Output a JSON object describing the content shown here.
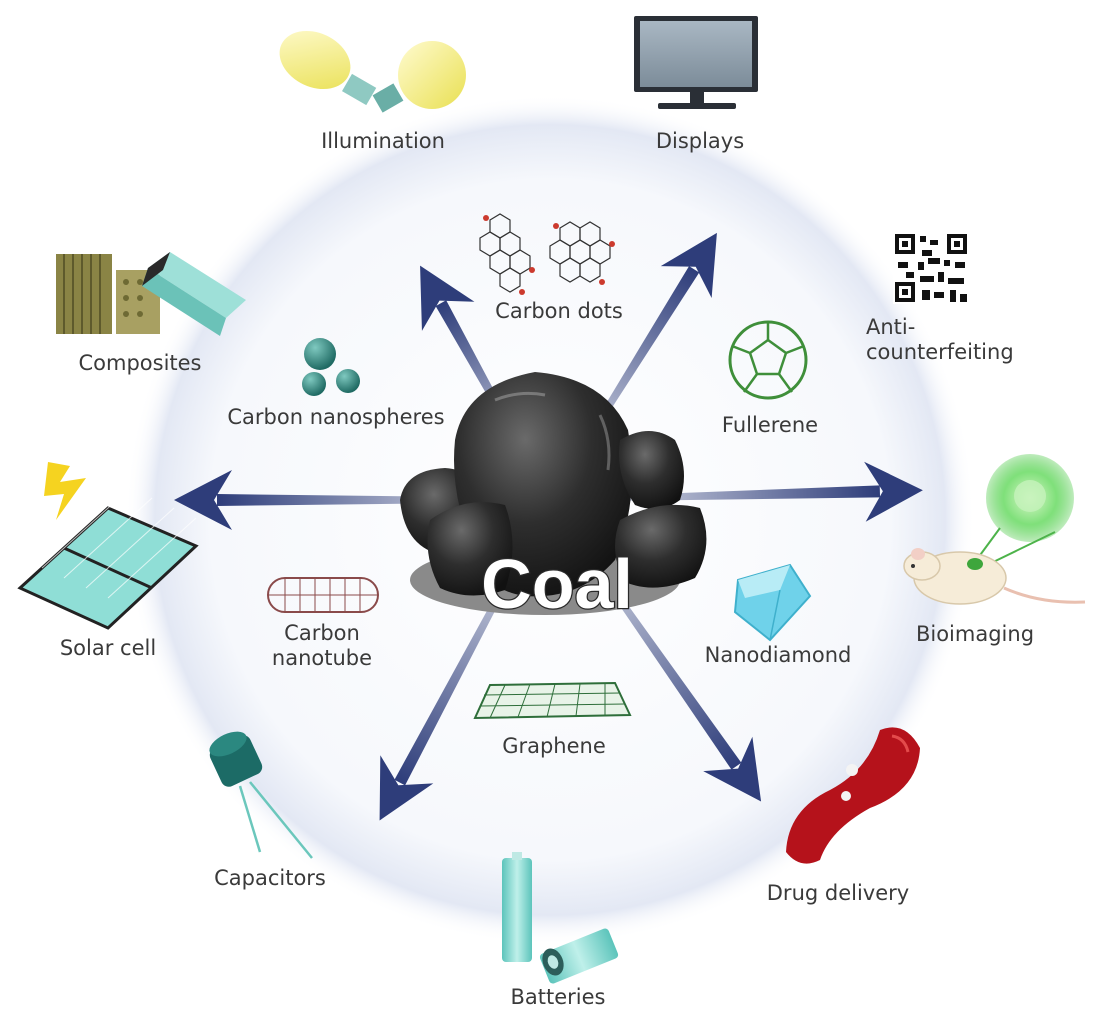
{
  "center": {
    "label": "Coal"
  },
  "nanomaterials": {
    "carbon_dots": "Carbon dots",
    "carbon_nanospheres": "Carbon nanospheres",
    "fullerene": "Fullerene",
    "carbon_nanotube_line1": "Carbon",
    "carbon_nanotube_line2": "nanotube",
    "nanodiamond": "Nanodiamond",
    "graphene": "Graphene"
  },
  "applications": {
    "illumination": "Illumination",
    "displays": "Displays",
    "anti_counterfeiting_line1": "Anti-",
    "anti_counterfeiting_line2": "counterfeiting",
    "composites": "Composites",
    "solar_cell": "Solar cell",
    "bioimaging": "Bioimaging",
    "capacitors": "Capacitors",
    "batteries": "Batteries",
    "drug_delivery": "Drug delivery"
  },
  "colors": {
    "arrow": "#2e3d7a",
    "halo": "#e6ebf6",
    "coal": "#2b2b2b",
    "battery": "#7fd6cf",
    "bulb": "#f4ef8a",
    "fullerene": "#3f8f3a",
    "drug_delivery": "#b5121b"
  }
}
